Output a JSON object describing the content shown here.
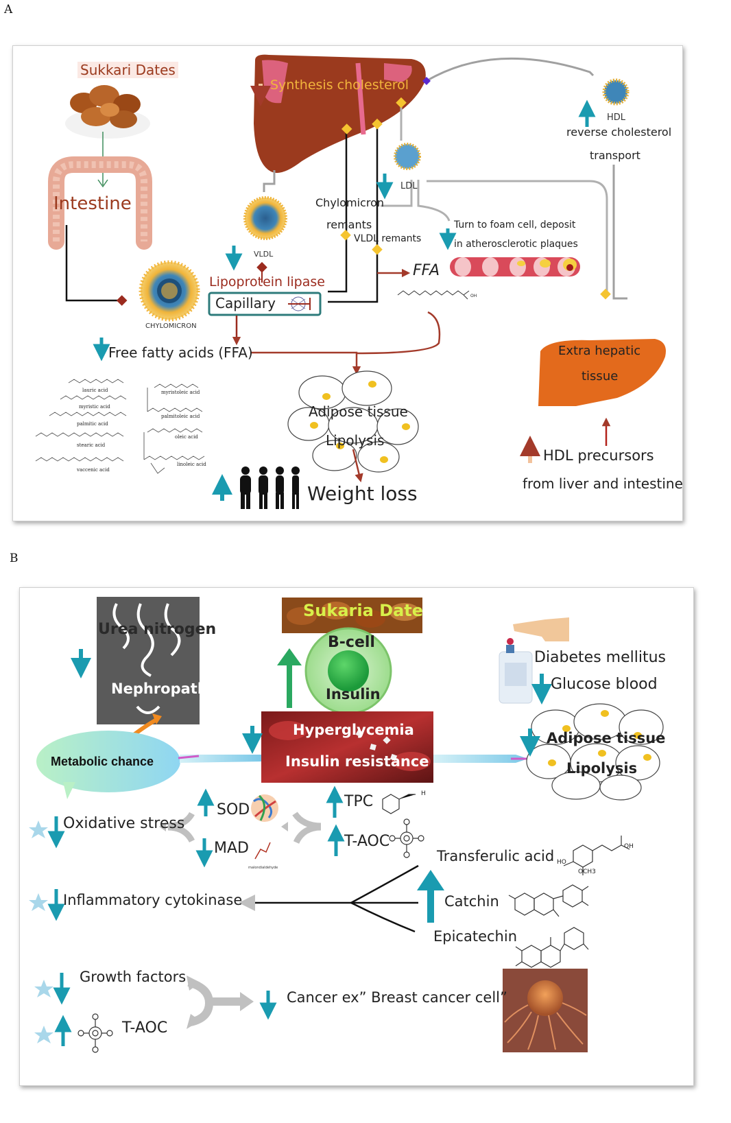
{
  "panel_a": {
    "letter": "A",
    "labels": {
      "sukkari_dates": "Sukkari Dates",
      "intestine": "Intestine",
      "synthesis_cholesterol": "Synthesis cholesterol",
      "hdl": "HDL",
      "reverse_transport_1": "reverse cholesterol",
      "reverse_transport_2": "transport",
      "ldl": "LDL",
      "chylomicron_remnants_1": "Chylomicron",
      "chylomicron_remnants_2": "remants",
      "vldl_remnants": "VLDL remants",
      "foam_cell_1": "Turn to foam cell, deposit",
      "foam_cell_2": "in atherosclerotic plaques",
      "vldl": "VLDL",
      "lipoprotein_lipase": "Lipoprotein lipase",
      "capillary": "Capillary",
      "ffa": "FFA",
      "chylomicron": "CHYLOMICRON",
      "free_fatty_acids": "Free fatty acids (FFA)",
      "adipose_tissue": "Adipose tissue",
      "lipolysis": "Lipolysis",
      "weight_loss": "Weight loss",
      "extra_hepatic_1": "Extra hepatic",
      "extra_hepatic_2": "tissue",
      "hdl_precursors_1": "HDL precursors",
      "hdl_precursors_2": "from liver and intestine"
    },
    "fatty_acids": [
      "lauric acid",
      "myristic acid",
      "palmitic acid",
      "stearic acid",
      "vaccenic acid",
      "myristoleic acid",
      "palmitoleic acid",
      "oleic acid",
      "linoleic acid"
    ],
    "oh": "OH"
  },
  "panel_b": {
    "letter": "B",
    "labels": {
      "urea_nitrogen": "Urea nitrogen",
      "nephropathy": "Nephropathy",
      "sukaria_date": "Sukaria Date",
      "b_cell": "B-cell",
      "insulin": "Insulin",
      "diabetes": "Diabetes mellitus",
      "glucose_blood": "Glucose blood",
      "metabolic_chance": "Metabolic chance",
      "hyperglycemia": "Hyperglycemia",
      "insulin_resistance": "Insulin resistance",
      "adipose_tissue": "Adipose tissue",
      "lipolysis": "Lipolysis",
      "oxidative_stress": "Oxidative stress",
      "sod": "SOD",
      "mad": "MAD",
      "malondialdehyde": "malondialdehyde",
      "tpc": "TPC",
      "t_aoc": "T-AOC",
      "transferulic_acid": "Transferulic acid",
      "catchin": "Catchin",
      "epicatechin": "Epicatechin",
      "inflammatory": "Inflammatory cytokinase",
      "growth_factors": "Growth factors",
      "t_aoc_2": "T-AOC",
      "cancer": "Cancer ex” Breast cancer cell”",
      "oh": "OH",
      "och3": "OCH3",
      "ho": "HO",
      "h": "H"
    }
  },
  "colors": {
    "teal_arrow": "#1a9bb0",
    "green_arrow": "#2aa860",
    "peach_arrow": "#f2c29c",
    "red_line": "#a33a2a",
    "liver": "#9b3a1e",
    "extra_hepatic": "#e36a1c",
    "capillary_border": "#2d7b7b"
  }
}
